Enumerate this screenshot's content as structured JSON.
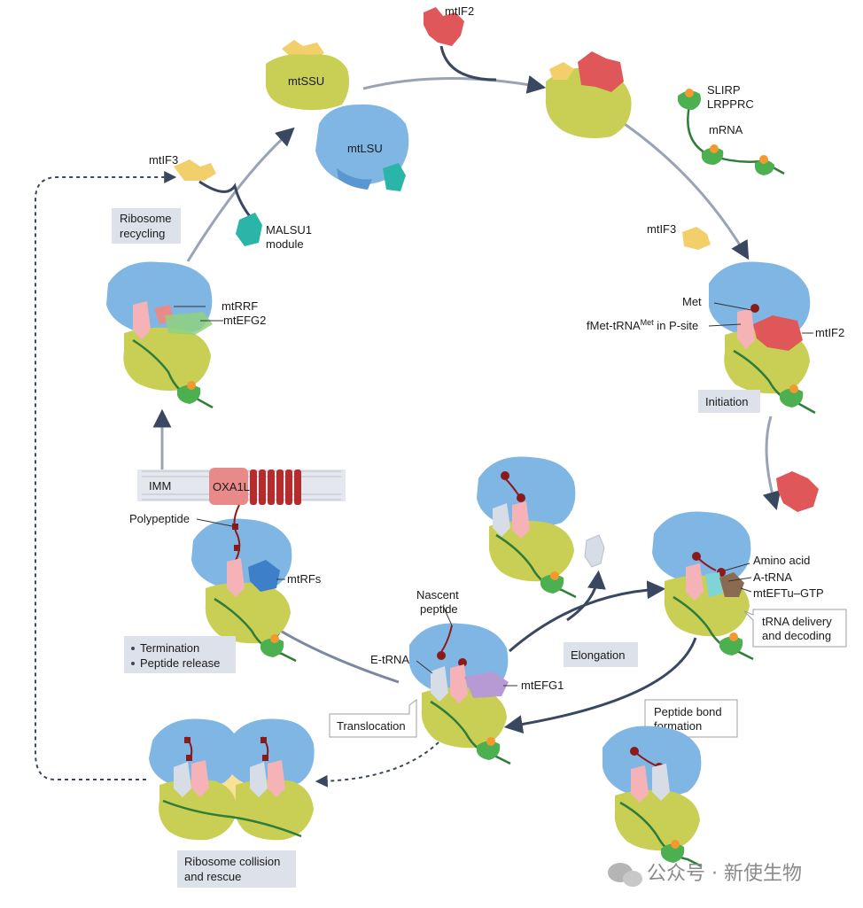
{
  "labels": {
    "mtif2_top": "mtIF2",
    "mtssu": "mtSSU",
    "mtlsu": "mtLSU",
    "slirp": "SLIRP",
    "lrpprc": "LRPPRC",
    "mrna": "mRNA",
    "mtif3_left": "mtIF3",
    "malsu1_line1": "MALSU1",
    "malsu1_line2": "module",
    "mtif3_right": "mtIF3",
    "met": "Met",
    "fmet_a": "fMet-tRNA",
    "fmet_sup": "Met",
    "fmet_b": " in P-site",
    "mtif2_right": "mtIF2",
    "mtrrf": "mtRRF",
    "mtefg2": "mtEFG2",
    "imm": "IMM",
    "oxa1l": "OXA1L",
    "polypeptide": "Polypeptide",
    "mtrfs": "mtRFs",
    "amino_acid": "Amino acid",
    "a_trna": "A-tRNA",
    "mteftu": "mtEFTu–GTP",
    "nascent_1": "Nascent",
    "nascent_2": "peptide",
    "e_trna": "E-tRNA",
    "mtefg1": "mtEFG1"
  },
  "stages": {
    "recycling_1": "Ribosome",
    "recycling_2": "recycling",
    "initiation": "Initiation",
    "termination": "Termination",
    "peptide_release": "Peptide release",
    "elongation": "Elongation",
    "translocation": "Translocation",
    "trna_delivery_1": "tRNA delivery",
    "trna_delivery_2": "and decoding",
    "peptide_bond_1": "Peptide bond",
    "peptide_bond_2": "formation",
    "collision_1": "Ribosome collision",
    "collision_2": "and rescue"
  },
  "watermark": "公众号 · 新使生物",
  "colors": {
    "lsu": "#7fb6e4",
    "lsu_dark": "#5a97d1",
    "ssu": "#c9cf55",
    "ssu_dark": "#aeb43c",
    "mtif2": "#e0575a",
    "mtif3": "#f2cf6a",
    "malsu1": "#2bb5a8",
    "trna": "#f5b3b8",
    "trna_grey": "#d7dde6",
    "mrna": "#2e7d3a",
    "lrpprc": "#4caf50",
    "slirp": "#f29a2e",
    "efg": "#b79ad3",
    "efg2": "#8fd17f",
    "mtrf": "#3d7fc9",
    "eftu": "#8b6a4f",
    "peptide": "#8b1a1a",
    "membrane": "#c9cdd6",
    "oxa1l": "#e88a8a",
    "arrow": "#3a4760"
  }
}
